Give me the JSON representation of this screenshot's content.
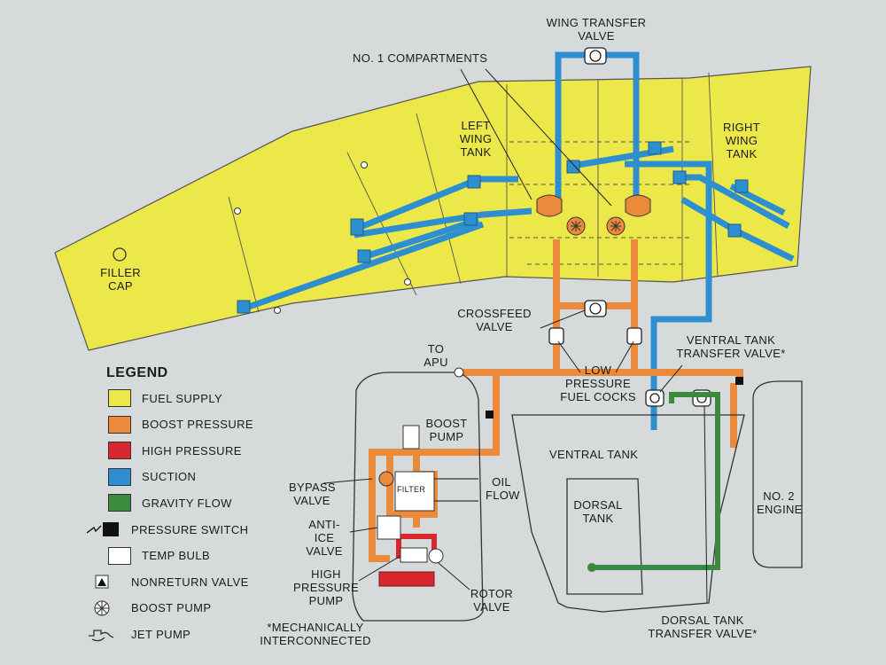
{
  "colors": {
    "fuel_supply": "#ece84a",
    "boost_pressure": "#eb8a3a",
    "high_pressure": "#d8272e",
    "suction": "#2e8fd0",
    "gravity_flow": "#3b8a3e",
    "pressure_switch": "#111111",
    "temp_bulb": "#ffffff",
    "background": "#d6dadb"
  },
  "labels": {
    "wing_transfer_valve": [
      "WING TRANSFER",
      "VALVE"
    ],
    "no1_compartments": "NO. 1 COMPARTMENTS",
    "left_wing_tank": [
      "LEFT",
      "WING",
      "TANK"
    ],
    "right_wing_tank": [
      "RIGHT",
      "WING",
      "TANK"
    ],
    "filler_cap": [
      "FILLER",
      "CAP"
    ],
    "crossfeed_valve": [
      "CROSSFEED",
      "VALVE"
    ],
    "to_apu": [
      "TO",
      "APU"
    ],
    "low_pressure_fuel_cocks": [
      "LOW",
      "PRESSURE",
      "FUEL COCKS"
    ],
    "ventral_tank_transfer_valve": [
      "VENTRAL TANK",
      "TRANSFER VALVE*"
    ],
    "boost_pump": [
      "BOOST",
      "PUMP"
    ],
    "ventral_tank": "VENTRAL TANK",
    "bypass_valve": [
      "BYPASS",
      "VALVE"
    ],
    "filter": "FILTER",
    "oil_flow": [
      "OIL",
      "FLOW"
    ],
    "anti_ice_valve": [
      "ANTI-",
      "ICE",
      "VALVE"
    ],
    "dorsal_tank": [
      "DORSAL",
      "TANK"
    ],
    "no2_engine": [
      "NO. 2",
      "ENGINE"
    ],
    "high_pressure_pump": [
      "HIGH",
      "PRESSURE",
      "PUMP"
    ],
    "rotor_valve": [
      "ROTOR",
      "VALVE"
    ],
    "mechanically_interconnected": [
      "*MECHANICALLY",
      "INTERCONNECTED"
    ],
    "dorsal_tank_transfer_valve": [
      "DORSAL TANK",
      "TRANSFER VALVE*"
    ]
  },
  "legend": {
    "title": "LEGEND",
    "items": [
      {
        "label": "FUEL SUPPLY",
        "kind": "swatch",
        "color": "#ece84a"
      },
      {
        "label": "BOOST PRESSURE",
        "kind": "swatch",
        "color": "#eb8a3a"
      },
      {
        "label": "HIGH PRESSURE",
        "kind": "swatch",
        "color": "#d8272e"
      },
      {
        "label": "SUCTION",
        "kind": "swatch",
        "color": "#2e8fd0"
      },
      {
        "label": "GRAVITY FLOW",
        "kind": "swatch",
        "color": "#3b8a3e"
      },
      {
        "label": "PRESSURE SWITCH",
        "kind": "pressure-switch-icon",
        "color": "#111111"
      },
      {
        "label": "TEMP BULB",
        "kind": "swatch",
        "color": "#ffffff"
      },
      {
        "label": "NONRETURN VALVE",
        "kind": "nonreturn-valve-icon"
      },
      {
        "label": "BOOST PUMP",
        "kind": "boost-pump-icon"
      },
      {
        "label": "JET PUMP",
        "kind": "jet-pump-icon"
      }
    ]
  }
}
